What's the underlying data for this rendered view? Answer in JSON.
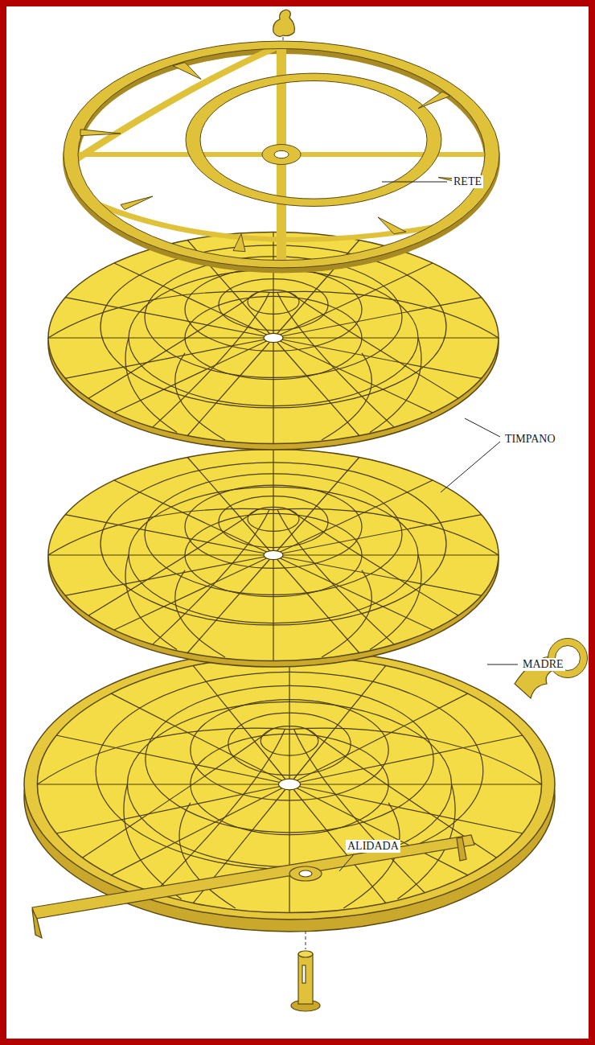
{
  "diagram": {
    "labels": [
      "RETE",
      "TIMPANO",
      "MADRE",
      "ALIDADA"
    ]
  }
}
